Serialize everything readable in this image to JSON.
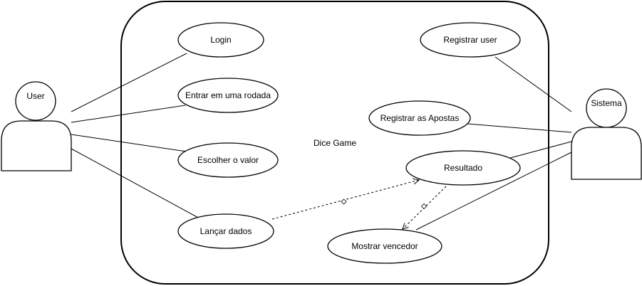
{
  "diagram": {
    "system_title": "Dice Game",
    "actors": {
      "user": "User",
      "system": "Sistema"
    },
    "use_cases": {
      "login": "Login",
      "entrar_rodada": "Entrar em uma rodada",
      "escolher_valor": "Escolher o valor",
      "lancar_dados": "Lançar dados",
      "registrar_user": "Registrar user",
      "registrar_apostas": "Registrar as Apostas",
      "resultado": "Resultado",
      "mostrar_vencedor": "Mostrar vencedor"
    }
  }
}
